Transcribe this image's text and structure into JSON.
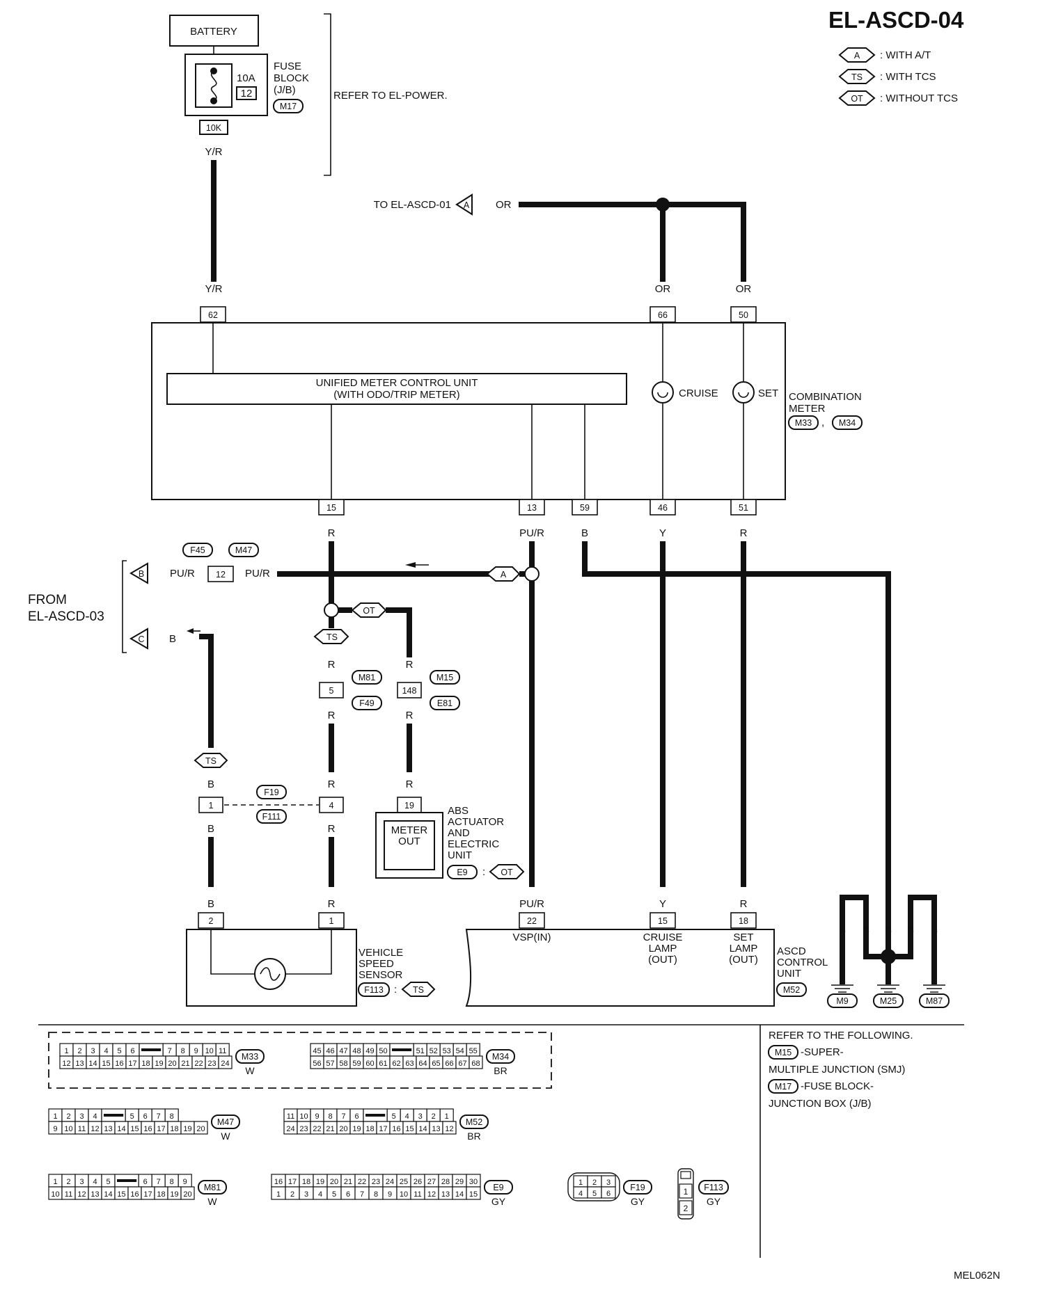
{
  "title": "EL-ASCD-04",
  "legend": [
    {
      "code": "A",
      "text": ": WITH A/T"
    },
    {
      "code": "TS",
      "text": ": WITH TCS"
    },
    {
      "code": "OT",
      "text": ": WITHOUT TCS"
    }
  ],
  "battery": "BATTERY",
  "fuse": {
    "amp": "10A",
    "num": "12",
    "label1": "FUSE",
    "label2": "BLOCK",
    "label3": "(J/B)",
    "conn": "M17",
    "term": "10K"
  },
  "refer_power": "REFER TO EL-POWER.",
  "to_ascd01": "TO EL-ASCD-01",
  "from_ascd03": [
    "FROM",
    "EL-ASCD-03"
  ],
  "wire_colors": {
    "yr": "Y/R",
    "or": "OR",
    "r": "R",
    "pur": "PU/R",
    "b": "B",
    "y": "Y"
  },
  "meter": {
    "umcu1": "UNIFIED METER CONTROL UNIT",
    "umcu2": "(WITH ODO/TRIP METER)",
    "cruise": "CRUISE",
    "set": "SET",
    "label1": "COMBINATION",
    "label2": "METER",
    "conn1": "M33",
    "conn2": "M34",
    "sep": ",",
    "pins": {
      "p62": "62",
      "p66": "66",
      "p50": "50",
      "p15": "15",
      "p13": "13",
      "p59": "59",
      "p46": "46",
      "p51": "51"
    }
  },
  "connectors": {
    "f45": "F45",
    "m47": "M47",
    "j12": "12",
    "m81": "M81",
    "f49": "F49",
    "j5": "5",
    "m15": "M15",
    "e81": "E81",
    "j148": "148",
    "f19": "F19",
    "f111": "F111",
    "j1": "1",
    "j4": "4"
  },
  "markers": {
    "a": "A",
    "b": "B",
    "c": "C",
    "ts": "TS",
    "ot": "OT"
  },
  "abs": {
    "pin": "19",
    "out1": "METER",
    "out2": "OUT",
    "label": [
      "ABS",
      "ACTUATOR",
      "AND",
      "ELECTRIC",
      "UNIT"
    ],
    "conn": "E9",
    "colon": ":"
  },
  "vss": {
    "pin2": "2",
    "pin1": "1",
    "label": [
      "VEHICLE",
      "SPEED",
      "SENSOR"
    ],
    "conn": "F113",
    "colon": ":"
  },
  "ascd": {
    "p22": "22",
    "p15": "15",
    "p18": "18",
    "vsp": "VSP(IN)",
    "cruise": [
      "CRUISE",
      "LAMP",
      "(OUT)"
    ],
    "set": [
      "SET",
      "LAMP",
      "(OUT)"
    ],
    "label": [
      "ASCD",
      "CONTROL",
      "UNIT"
    ],
    "conn": "M52"
  },
  "grounds": [
    "M9",
    "M25",
    "M87"
  ],
  "refer_following": [
    "REFER TO THE FOLLOWING.",
    "-SUPER-",
    "MULTIPLE JUNCTION (SMJ)",
    "-FUSE BLOCK-",
    "JUNCTION BOX (J/B)"
  ],
  "refer_codes": [
    "M15",
    "M17"
  ],
  "conn_blocks": {
    "m33": {
      "id": "M33",
      "color": "W",
      "top": [
        "1",
        "2",
        "3",
        "4",
        "5",
        "6",
        "",
        "7",
        "8",
        "9",
        "10",
        "11"
      ],
      "bot": [
        "12",
        "13",
        "14",
        "15",
        "16",
        "17",
        "18",
        "19",
        "20",
        "21",
        "22",
        "23",
        "24"
      ]
    },
    "m34": {
      "id": "M34",
      "color": "BR",
      "top": [
        "45",
        "46",
        "47",
        "48",
        "49",
        "50",
        "",
        "51",
        "52",
        "53",
        "54",
        "55"
      ],
      "bot": [
        "56",
        "57",
        "58",
        "59",
        "60",
        "61",
        "62",
        "63",
        "64",
        "65",
        "66",
        "67",
        "68"
      ]
    },
    "m47": {
      "id": "M47",
      "color": "W",
      "top": [
        "1",
        "2",
        "3",
        "4",
        "",
        "5",
        "6",
        "7",
        "8"
      ],
      "bot": [
        "9",
        "10",
        "11",
        "12",
        "13",
        "14",
        "15",
        "16",
        "17",
        "18",
        "19",
        "20"
      ]
    },
    "m52": {
      "id": "M52",
      "color": "BR",
      "top": [
        "11",
        "10",
        "9",
        "8",
        "7",
        "6",
        "",
        "5",
        "4",
        "3",
        "2",
        "1"
      ],
      "bot": [
        "24",
        "23",
        "22",
        "21",
        "20",
        "19",
        "18",
        "17",
        "16",
        "15",
        "14",
        "13",
        "12"
      ]
    },
    "m81": {
      "id": "M81",
      "color": "W",
      "top": [
        "1",
        "2",
        "3",
        "4",
        "5",
        "",
        "6",
        "7",
        "8",
        "9"
      ],
      "bot": [
        "10",
        "11",
        "12",
        "13",
        "14",
        "15",
        "16",
        "17",
        "18",
        "19",
        "20"
      ]
    },
    "e9": {
      "id": "E9",
      "color": "GY",
      "top": [
        "16",
        "17",
        "18",
        "19",
        "20",
        "21",
        "22",
        "23",
        "24",
        "25",
        "26",
        "27",
        "28",
        "29",
        "30"
      ],
      "bot": [
        "1",
        "2",
        "3",
        "4",
        "5",
        "6",
        "7",
        "8",
        "9",
        "10",
        "11",
        "12",
        "13",
        "14",
        "15"
      ]
    },
    "f19": {
      "id": "F19",
      "color": "GY",
      "top": [
        "1",
        "2",
        "3"
      ],
      "bot": [
        "4",
        "5",
        "6"
      ]
    },
    "f113": {
      "id": "F113",
      "color": "GY",
      "pins": [
        "1",
        "2"
      ]
    }
  },
  "code": "MEL062N"
}
